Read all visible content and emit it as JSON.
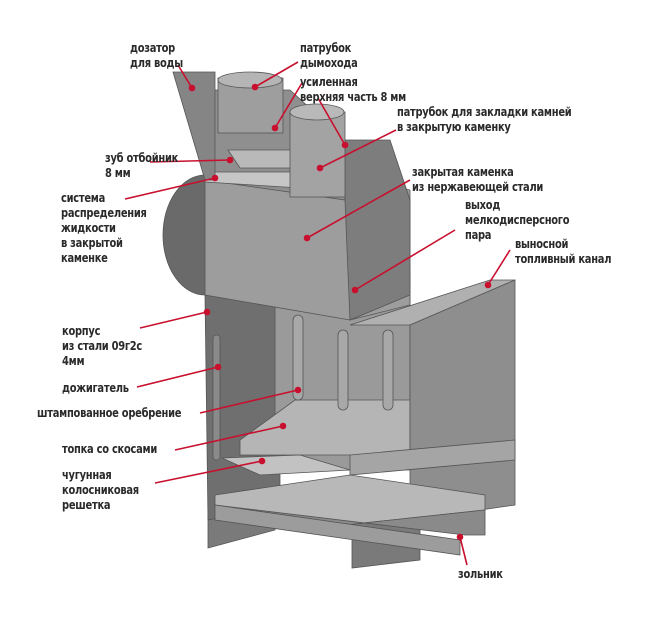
{
  "title": "Устройство печи",
  "colors": {
    "leader": "#c8102e",
    "metal_light": "#a9a9a9",
    "metal_mid": "#8c8c8c",
    "metal_dark": "#6f6f6f",
    "text": "#2a2a2a"
  },
  "labels": {
    "water_dispenser": [
      "дозатор",
      "для воды"
    ],
    "chimney_pipe": [
      "патрубок",
      "дымохода"
    ],
    "reinforced_top": [
      "усиленная",
      "верхняя часть 8 мм"
    ],
    "stone_loading_pipe": [
      "патрубок для закладки камней",
      "в закрытую каменку"
    ],
    "deflector_tooth": [
      "зуб отбойник",
      "8 мм"
    ],
    "closed_heater": [
      "закрытая каменка",
      "из нержавеющей стали"
    ],
    "liquid_distribution": [
      "система",
      "распределения",
      "жидкости",
      "в закрытой",
      "каменке"
    ],
    "steam_outlet": [
      "выход",
      "мелкодисперсного",
      "пара"
    ],
    "fuel_channel": [
      "выносной",
      "топливный канал"
    ],
    "body": [
      "корпус",
      "из стали 09г2с",
      "4мм"
    ],
    "afterburner": [
      "дожигатель"
    ],
    "stamped_ribbing": [
      "штампованное оребрение"
    ],
    "firebox": [
      "топка со скосами"
    ],
    "grate": [
      "чугунная",
      "колосниковая",
      "решетка"
    ],
    "ash_pan": [
      "зольник"
    ]
  }
}
